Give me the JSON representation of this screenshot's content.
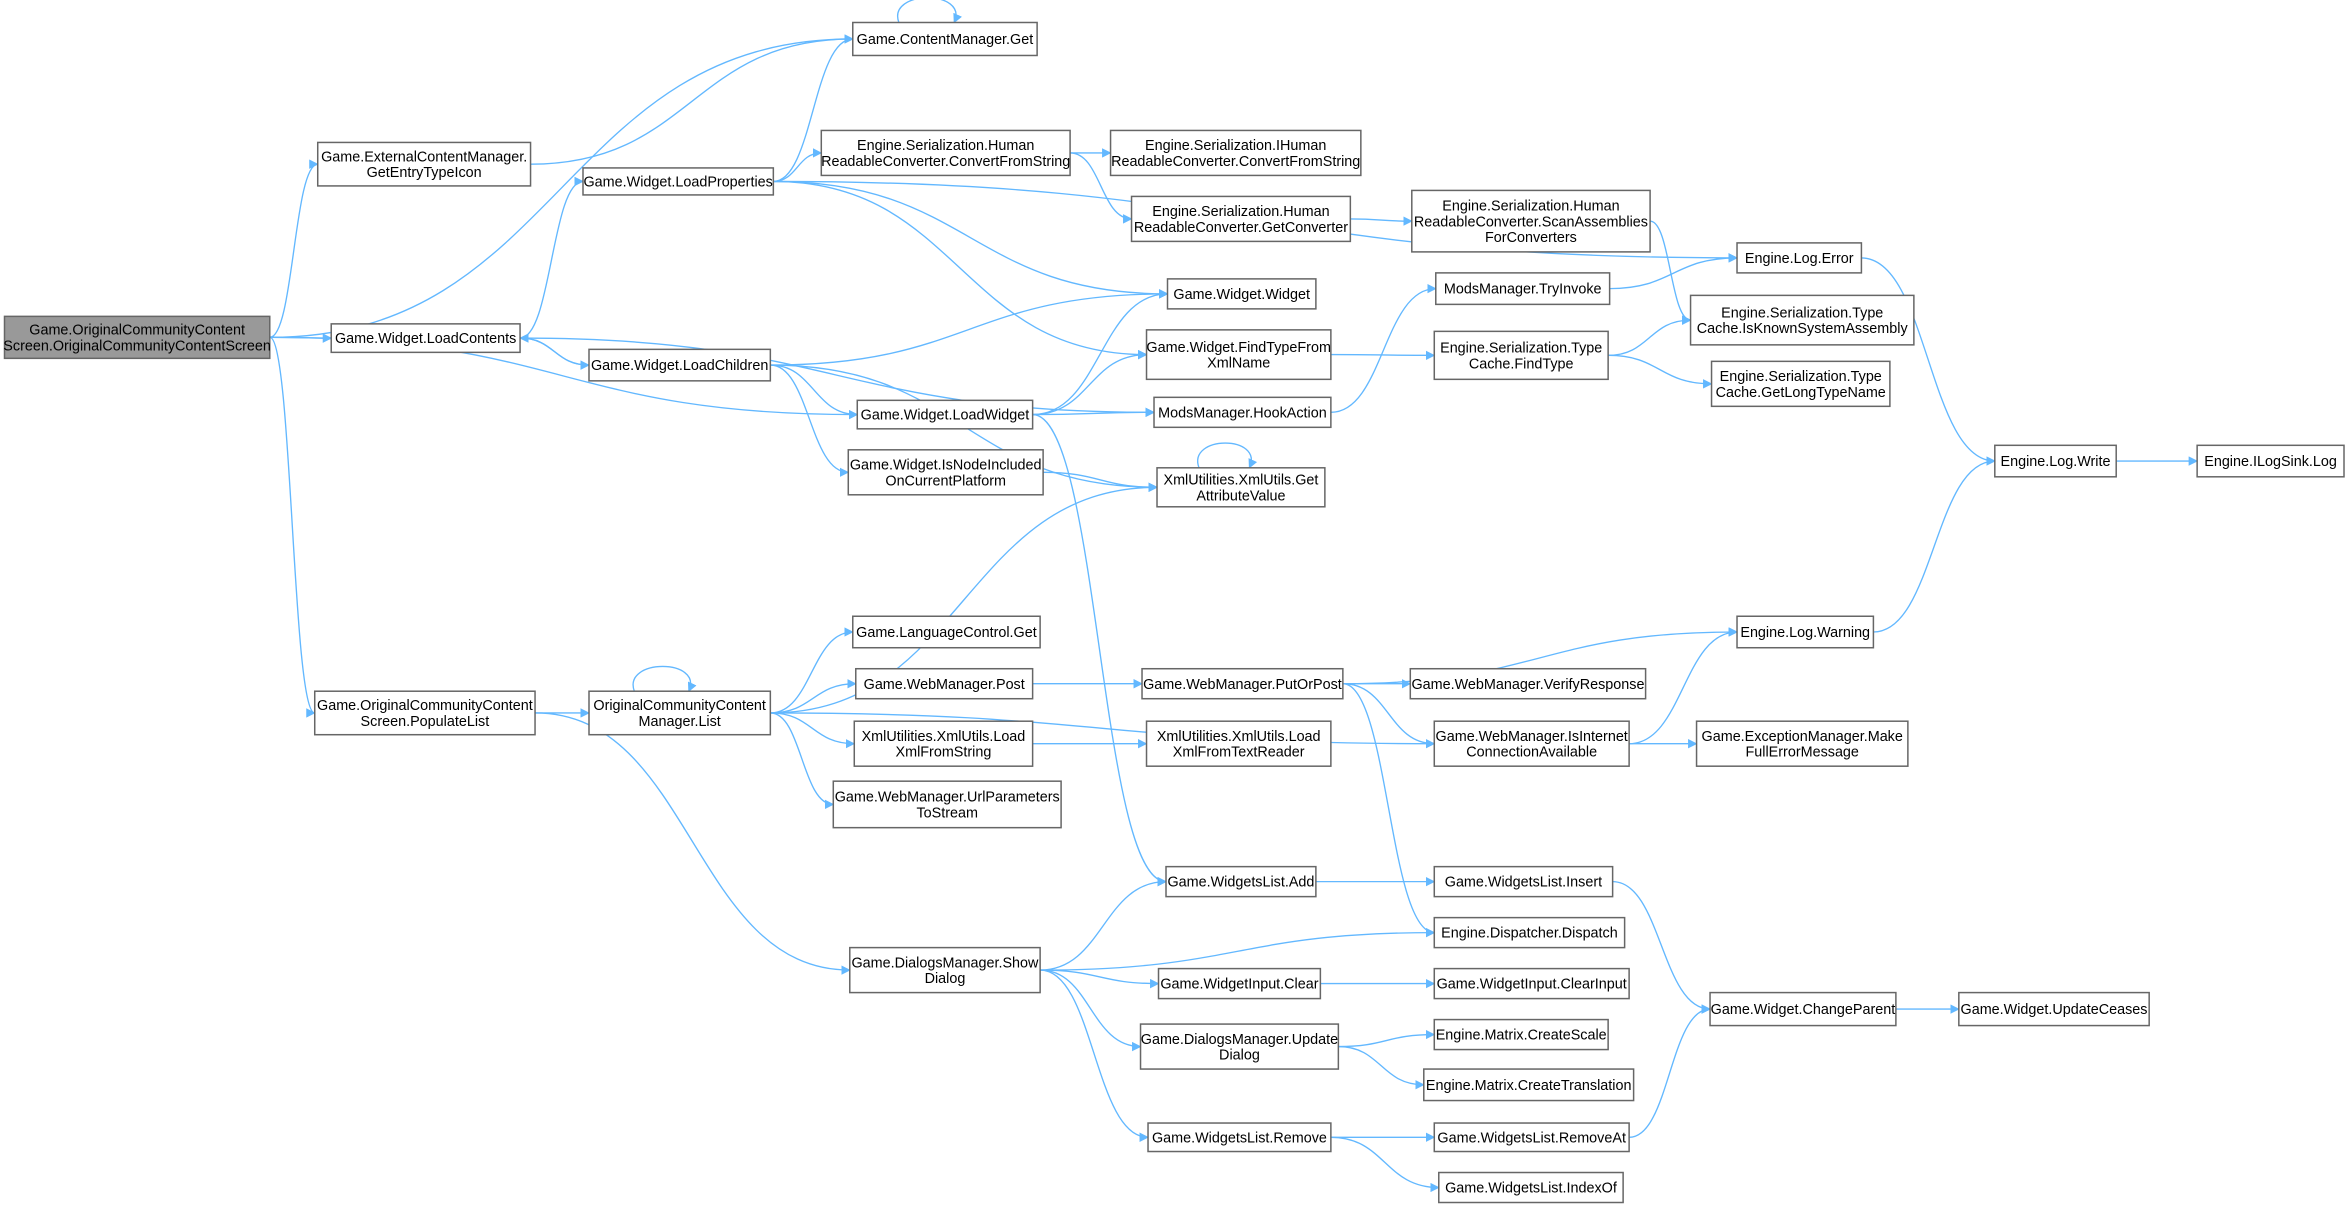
{
  "nodes": [
    {
      "id": "root",
      "lines": [
        "Game.OriginalCommunityContent",
        "Screen.OriginalCommunityContentScreen"
      ],
      "root": true
    },
    {
      "id": "cmget",
      "lines": [
        "Game.ContentManager.Get"
      ]
    },
    {
      "id": "geti",
      "lines": [
        "Game.ExternalContentManager.",
        "GetEntryTypeIcon"
      ]
    },
    {
      "id": "lprop",
      "lines": [
        "Game.Widget.LoadProperties"
      ]
    },
    {
      "id": "hcfs",
      "lines": [
        "Engine.Serialization.Human",
        "ReadableConverter.ConvertFromString"
      ]
    },
    {
      "id": "ihcfs",
      "lines": [
        "Engine.Serialization.IHuman",
        "ReadableConverter.ConvertFromString"
      ]
    },
    {
      "id": "hgc",
      "lines": [
        "Engine.Serialization.Human",
        "ReadableConverter.GetConverter"
      ]
    },
    {
      "id": "scan",
      "lines": [
        "Engine.Serialization.Human",
        "ReadableConverter.ScanAssemblies",
        "ForConverters"
      ]
    },
    {
      "id": "lerr",
      "lines": [
        "Engine.Log.Error"
      ]
    },
    {
      "id": "ww",
      "lines": [
        "Game.Widget.Widget"
      ]
    },
    {
      "id": "tryinv",
      "lines": [
        "ModsManager.TryInvoke"
      ]
    },
    {
      "id": "iksa",
      "lines": [
        "Engine.Serialization.Type",
        "Cache.IsKnownSystemAssembly"
      ]
    },
    {
      "id": "ftx",
      "lines": [
        "Game.Widget.FindTypeFrom",
        "XmlName"
      ]
    },
    {
      "id": "ftype",
      "lines": [
        "Engine.Serialization.Type",
        "Cache.FindType"
      ]
    },
    {
      "id": "gltn",
      "lines": [
        "Engine.Serialization.Type",
        "Cache.GetLongTypeName"
      ]
    },
    {
      "id": "hook",
      "lines": [
        "ModsManager.HookAction"
      ]
    },
    {
      "id": "lcont",
      "lines": [
        "Game.Widget.LoadContents"
      ]
    },
    {
      "id": "lchild",
      "lines": [
        "Game.Widget.LoadChildren"
      ]
    },
    {
      "id": "lwid",
      "lines": [
        "Game.Widget.LoadWidget"
      ]
    },
    {
      "id": "inc",
      "lines": [
        "Game.Widget.IsNodeIncluded",
        "OnCurrentPlatform"
      ]
    },
    {
      "id": "gav",
      "lines": [
        "XmlUtilities.XmlUtils.Get",
        "AttributeValue"
      ]
    },
    {
      "id": "lwrite",
      "lines": [
        "Engine.Log.Write"
      ]
    },
    {
      "id": "sink",
      "lines": [
        "Engine.ILogSink.Log"
      ]
    },
    {
      "id": "lang",
      "lines": [
        "Game.LanguageControl.Get"
      ]
    },
    {
      "id": "post",
      "lines": [
        "Game.WebManager.Post"
      ]
    },
    {
      "id": "pop",
      "lines": [
        "Game.WebManager.PutOrPost"
      ]
    },
    {
      "id": "verify",
      "lines": [
        "Game.WebManager.VerifyResponse"
      ]
    },
    {
      "id": "lwarn",
      "lines": [
        "Engine.Log.Warning"
      ]
    },
    {
      "id": "plist",
      "lines": [
        "Game.OriginalCommunityContent",
        "Screen.PopulateList"
      ]
    },
    {
      "id": "list",
      "lines": [
        "OriginalCommunityContent",
        "Manager.List"
      ]
    },
    {
      "id": "lxs",
      "lines": [
        "XmlUtilities.XmlUtils.Load",
        "XmlFromString"
      ]
    },
    {
      "id": "lxtr",
      "lines": [
        "XmlUtilities.XmlUtils.Load",
        "XmlFromTextReader"
      ]
    },
    {
      "id": "inet",
      "lines": [
        "Game.WebManager.IsInternet",
        "ConnectionAvailable"
      ]
    },
    {
      "id": "mfem",
      "lines": [
        "Game.ExceptionManager.Make",
        "FullErrorMessage"
      ]
    },
    {
      "id": "upts",
      "lines": [
        "Game.WebManager.UrlParameters",
        "ToStream"
      ]
    },
    {
      "id": "wadd",
      "lines": [
        "Game.WidgetsList.Add"
      ]
    },
    {
      "id": "wins",
      "lines": [
        "Game.WidgetsList.Insert"
      ]
    },
    {
      "id": "disp",
      "lines": [
        "Engine.Dispatcher.Dispatch"
      ]
    },
    {
      "id": "show",
      "lines": [
        "Game.DialogsManager.Show",
        "Dialog"
      ]
    },
    {
      "id": "wiclr",
      "lines": [
        "Game.WidgetInput.Clear"
      ]
    },
    {
      "id": "wiclri",
      "lines": [
        "Game.WidgetInput.ClearInput"
      ]
    },
    {
      "id": "chp",
      "lines": [
        "Game.Widget.ChangeParent"
      ]
    },
    {
      "id": "upc",
      "lines": [
        "Game.Widget.UpdateCeases"
      ]
    },
    {
      "id": "upd",
      "lines": [
        "Game.DialogsManager.Update",
        "Dialog"
      ]
    },
    {
      "id": "cscale",
      "lines": [
        "Engine.Matrix.CreateScale"
      ]
    },
    {
      "id": "ctrans",
      "lines": [
        "Engine.Matrix.CreateTranslation"
      ]
    },
    {
      "id": "wrem",
      "lines": [
        "Game.WidgetsList.Remove"
      ]
    },
    {
      "id": "wremat",
      "lines": [
        "Game.WidgetsList.RemoveAt"
      ]
    },
    {
      "id": "widx",
      "lines": [
        "Game.WidgetsList.IndexOf"
      ]
    }
  ],
  "edges": [
    [
      "root",
      "cmget"
    ],
    [
      "root",
      "geti"
    ],
    [
      "root",
      "lcont"
    ],
    [
      "root",
      "lwid"
    ],
    [
      "root",
      "plist"
    ],
    [
      "geti",
      "cmget"
    ],
    [
      "cmget",
      "cmget"
    ],
    [
      "lprop",
      "cmget"
    ],
    [
      "lprop",
      "hcfs"
    ],
    [
      "lprop",
      "lerr"
    ],
    [
      "lprop",
      "ww"
    ],
    [
      "lprop",
      "ftx"
    ],
    [
      "hcfs",
      "ihcfs"
    ],
    [
      "hcfs",
      "hgc"
    ],
    [
      "hgc",
      "scan"
    ],
    [
      "scan",
      "iksa"
    ],
    [
      "tryinv",
      "lerr"
    ],
    [
      "lerr",
      "lwrite"
    ],
    [
      "lwrite",
      "sink"
    ],
    [
      "ftx",
      "ftype"
    ],
    [
      "ftype",
      "iksa"
    ],
    [
      "ftype",
      "gltn"
    ],
    [
      "hook",
      "tryinv"
    ],
    [
      "lcont",
      "lprop"
    ],
    [
      "lcont",
      "lchild"
    ],
    [
      "lcont",
      "hook"
    ],
    [
      "lchild",
      "lcont"
    ],
    [
      "lchild",
      "ww"
    ],
    [
      "lchild",
      "lwid"
    ],
    [
      "lchild",
      "inc"
    ],
    [
      "lchild",
      "gav"
    ],
    [
      "lwid",
      "ww"
    ],
    [
      "lwid",
      "ftx"
    ],
    [
      "lwid",
      "hook"
    ],
    [
      "lwid",
      "wadd"
    ],
    [
      "inc",
      "gav"
    ],
    [
      "gav",
      "gav"
    ],
    [
      "plist",
      "list"
    ],
    [
      "plist",
      "show"
    ],
    [
      "list",
      "list"
    ],
    [
      "list",
      "gav"
    ],
    [
      "list",
      "lang"
    ],
    [
      "list",
      "post"
    ],
    [
      "list",
      "lxs"
    ],
    [
      "list",
      "upts"
    ],
    [
      "list",
      "inet"
    ],
    [
      "post",
      "pop"
    ],
    [
      "pop",
      "lwarn"
    ],
    [
      "pop",
      "verify"
    ],
    [
      "pop",
      "inet"
    ],
    [
      "pop",
      "disp"
    ],
    [
      "lxs",
      "lxtr"
    ],
    [
      "inet",
      "lwarn"
    ],
    [
      "inet",
      "mfem"
    ],
    [
      "lwarn",
      "lwrite"
    ],
    [
      "show",
      "wadd"
    ],
    [
      "show",
      "disp"
    ],
    [
      "show",
      "wiclr"
    ],
    [
      "show",
      "upd"
    ],
    [
      "show",
      "wrem"
    ],
    [
      "wadd",
      "wins"
    ],
    [
      "wins",
      "chp"
    ],
    [
      "wiclr",
      "wiclri"
    ],
    [
      "upd",
      "cscale"
    ],
    [
      "upd",
      "ctrans"
    ],
    [
      "wrem",
      "wremat"
    ],
    [
      "wrem",
      "widx"
    ],
    [
      "wremat",
      "chp"
    ],
    [
      "chp",
      "upc"
    ]
  ],
  "colors": {
    "edge": "#63b8ff",
    "node_border": "#666666",
    "root_fill": "#999999"
  }
}
